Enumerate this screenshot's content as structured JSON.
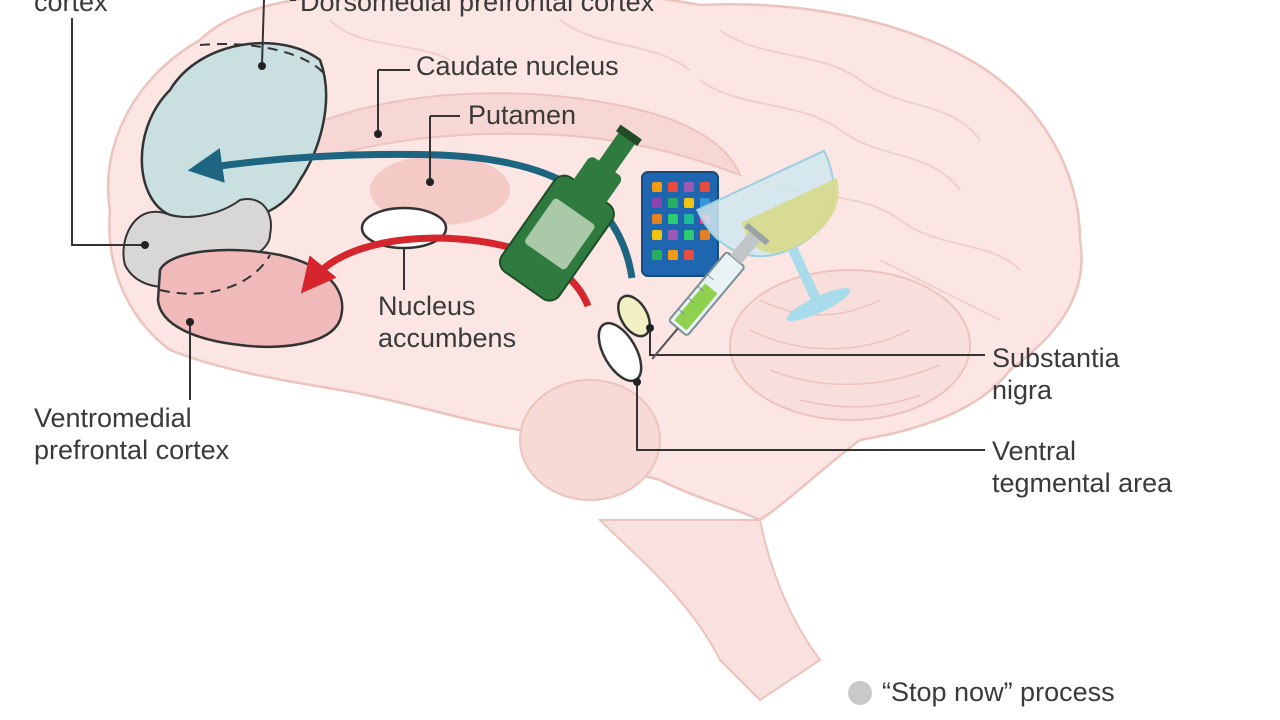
{
  "labels": {
    "cortex_partial": "cortex",
    "dorsomedial": "Dorsomedial prefrontal cortex",
    "caudate": "Caudate nucleus",
    "putamen": "Putamen",
    "nucleus_accumbens_1": "Nucleus",
    "nucleus_accumbens_2": "accumbens",
    "substantia_1": "Substantia",
    "substantia_2": "nigra",
    "vta_1": "Ventral",
    "vta_2": "tegmental area",
    "vmpfc_1": "Ventromedial",
    "vmpfc_2": "prefrontal cortex"
  },
  "legend": {
    "label": "“Stop now” process",
    "dot_color": "#c9c9c9"
  },
  "colors": {
    "brain_fill": "#fbe6e3",
    "brain_stroke": "#ecc3bd",
    "dmpfc_fill": "#c9dfe0",
    "vmpfc_fill": "#f0b9ba",
    "blue_arrow": "#1d6580",
    "red_arrow": "#d4262c",
    "text": "#3a3a3a"
  },
  "icons": [
    "bottle-icon",
    "smartphone-icon",
    "wine-glass-icon",
    "syringe-icon"
  ]
}
